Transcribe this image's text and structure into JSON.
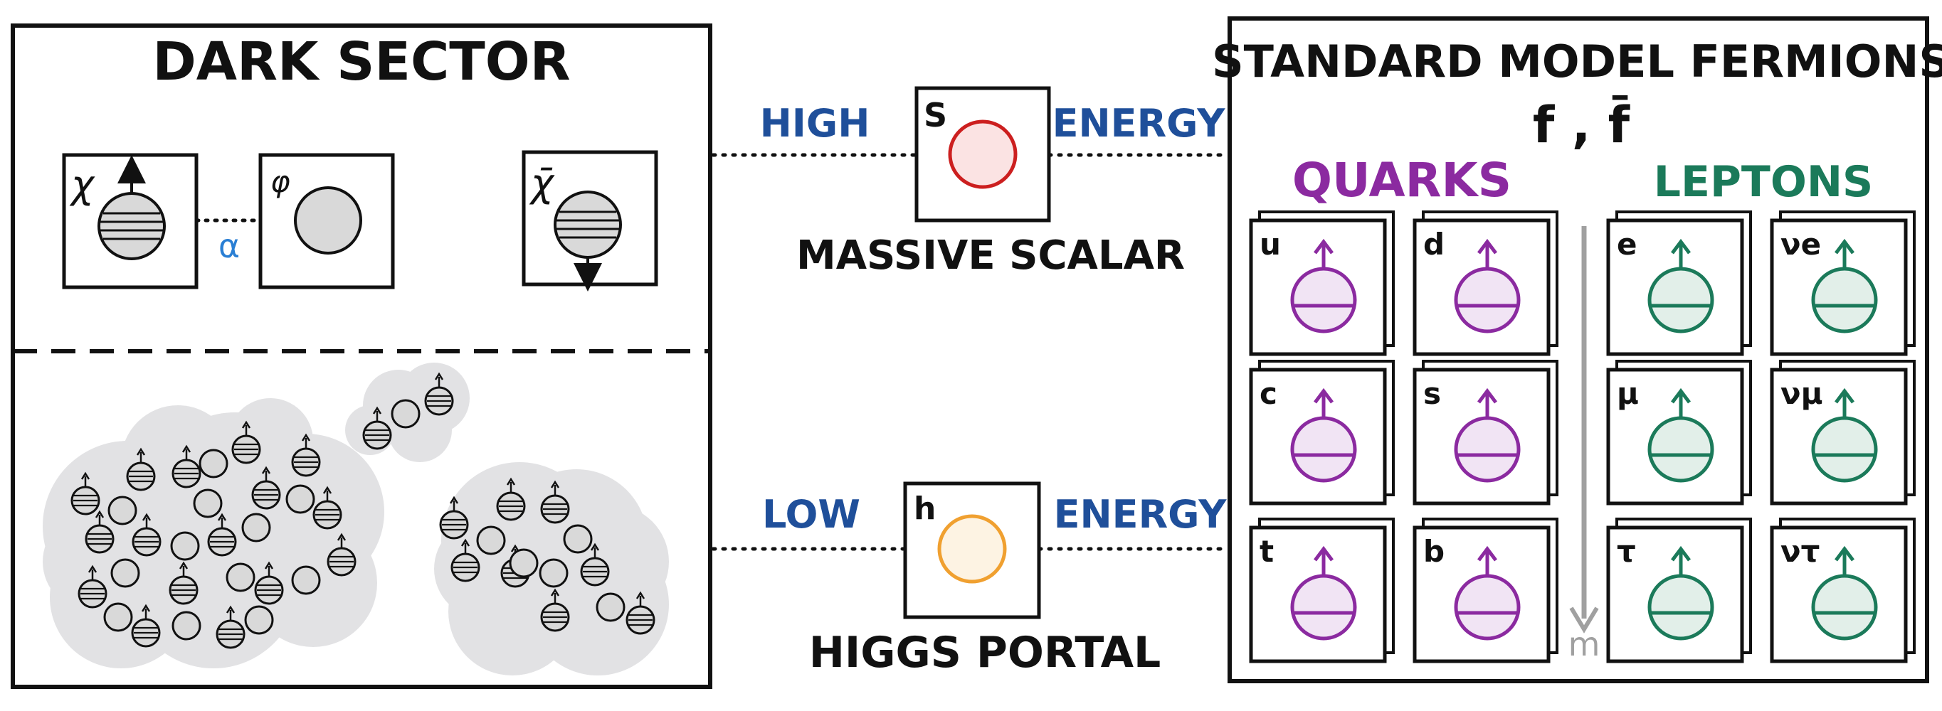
{
  "dark_sector": {
    "title": "DARK SECTOR",
    "chi_label": "χ",
    "phi_label": "φ",
    "chibar_label": "χ̄",
    "coupling_label": "α"
  },
  "mediators": {
    "scalar": {
      "symbol": "S",
      "left_text": "HIGH",
      "right_text": "ENERGY",
      "name": "MASSIVE SCALAR",
      "color": "#cc1f1f",
      "fill": "#fbe3e3"
    },
    "higgs": {
      "symbol": "h",
      "left_text": "LOW",
      "right_text": "ENERGY",
      "name": "HIGGS PORTAL",
      "color": "#f0a030",
      "fill": "#fdf3e3"
    }
  },
  "standard_model": {
    "title": "STANDARD MODEL FERMIONS",
    "subtitle": "f , f̄",
    "quarks_label": "QUARKS",
    "leptons_label": "LEPTONS",
    "mass_axis_label": "m",
    "quark_color": "#8b2aa0",
    "quark_fill": "#f1e4f4",
    "lepton_color": "#1b7a5a",
    "lepton_fill": "#e2efe9",
    "quarks": [
      {
        "symbol": "u"
      },
      {
        "symbol": "d"
      },
      {
        "symbol": "c"
      },
      {
        "symbol": "s"
      },
      {
        "symbol": "t"
      },
      {
        "symbol": "b"
      }
    ],
    "leptons": [
      {
        "symbol": "e"
      },
      {
        "symbol": "νe"
      },
      {
        "symbol": "μ"
      },
      {
        "symbol": "νμ"
      },
      {
        "symbol": "τ"
      },
      {
        "symbol": "ντ"
      }
    ]
  },
  "colors": {
    "ink": "#111111",
    "energy_text": "#1f4f9a",
    "alpha": "#2a7fd4",
    "cloud": "#e2e2e4",
    "particle_fill": "#d9d9d9",
    "mass_arrow": "#a0a0a0"
  }
}
